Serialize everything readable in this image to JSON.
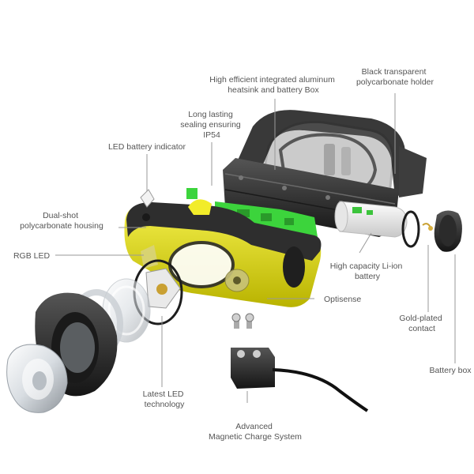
{
  "colors": {
    "yellow": "#e8e31a",
    "yellow_dark": "#b8b400",
    "housing_black": "#2b2b2b",
    "holder_black": "#3a3a3a",
    "green": "#3cd43c",
    "line": "#9a9a9a",
    "text": "#555555"
  },
  "labels": {
    "heatsink": "High efficient  integrated aluminum\nheatsink and battery Box",
    "holder": "Black transparent\npolycarbonate holder",
    "sealing": "Long lasting\nsealing ensuring\nIP54",
    "led_indicator": "LED battery indicator",
    "housing": "Dual-shot\npolycarbonate housing",
    "rgb_led": "RGB LED",
    "li_ion": "High capacity Li-ion\nbattery",
    "optisense": "Optisense",
    "gold": "Gold-plated\ncontact",
    "battery_box": "Battery box",
    "latest_led": "Latest LED\ntechnology",
    "magnetic": "Advanced\nMagnetic Charge System"
  }
}
